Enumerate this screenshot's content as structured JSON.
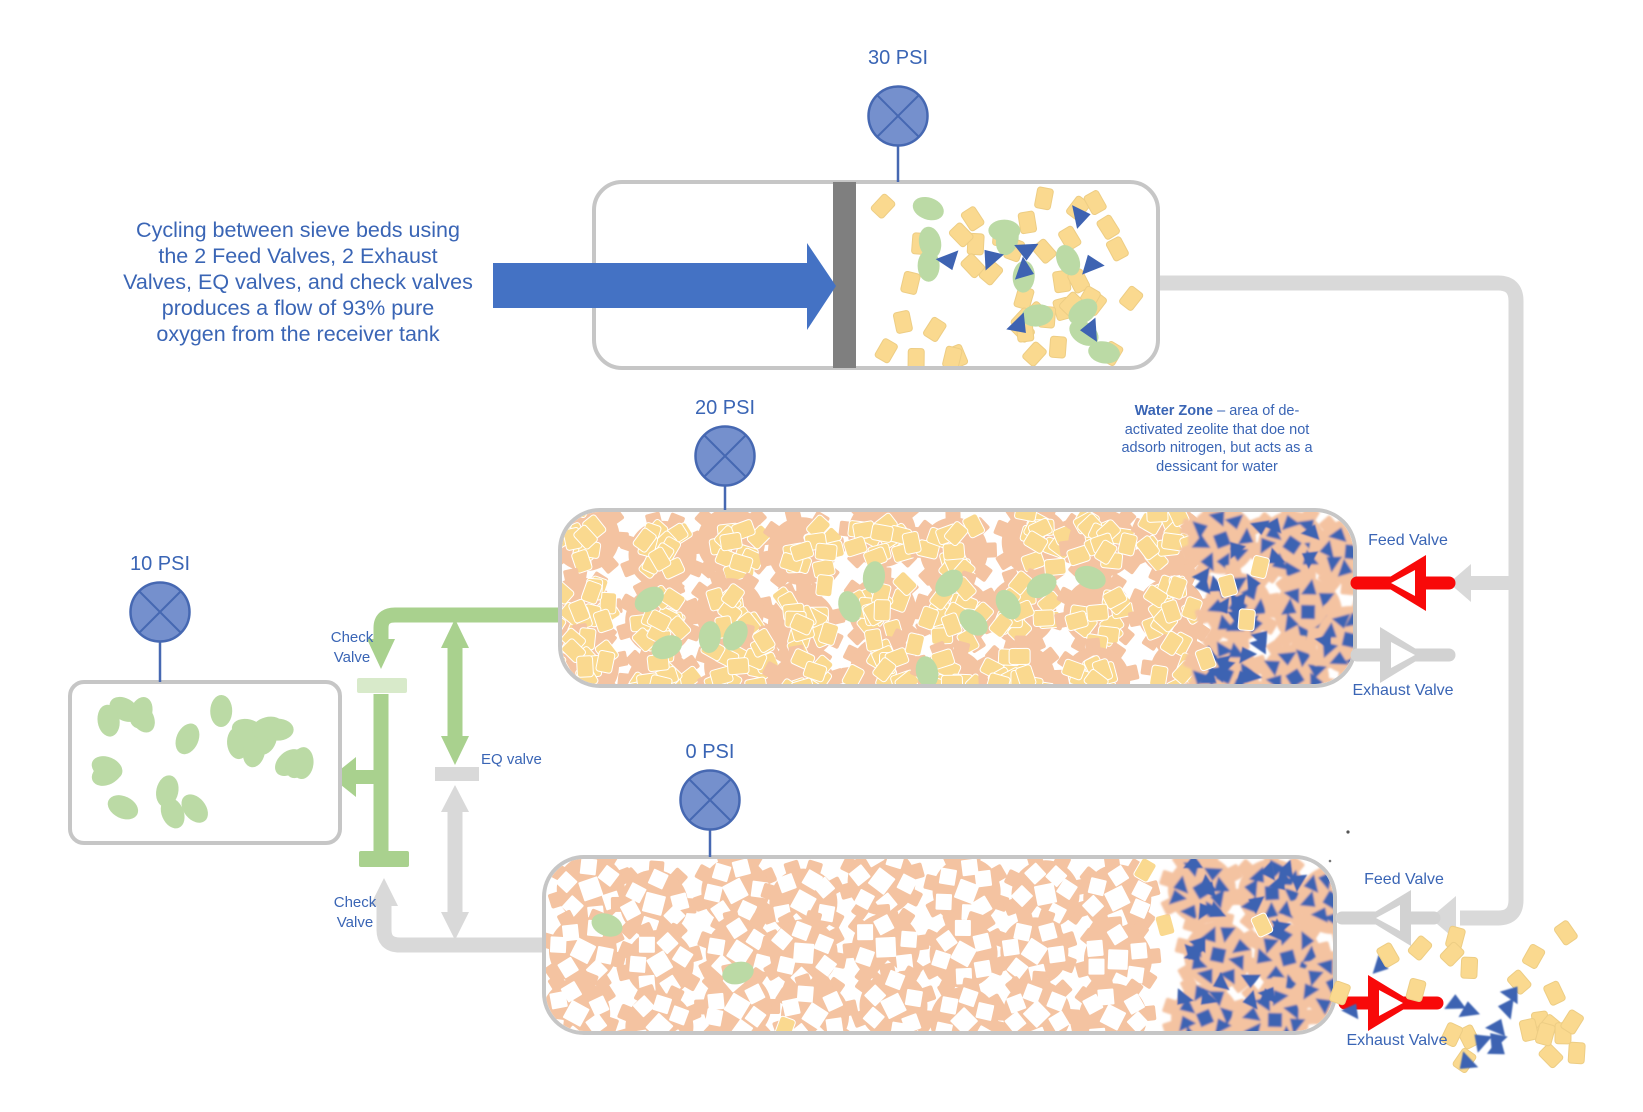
{
  "notes": {
    "cycling": "Cycling between sieve beds using\nthe 2 Feed Valves, 2 Exhaust\nValves, EQ valves, and check valves\nproduces a flow of 93% pure\noxygen from the receiver tank",
    "water_zone_bold": "Water Zone",
    "water_zone_rest": " – area of de-\nactivated zeolite that doe not\nadsorb nitrogen, but acts as a\ndessicant for water"
  },
  "gauges": [
    {
      "name": "receiver-tank-gauge",
      "label": "30 PSI"
    },
    {
      "name": "top-sieve-bed-gauge",
      "label": "20 PSI"
    },
    {
      "name": "product-tank-gauge",
      "label": "10 PSI"
    },
    {
      "name": "bottom-sieve-bed-gauge",
      "label": "0 PSI"
    }
  ],
  "valves": {
    "feed": "Feed Valve",
    "exhaust": "Exhaust Valve",
    "check": "Check\nValve",
    "eq": "EQ valve"
  },
  "legend_colors": {
    "flow_arrow_blue": "#4472C4",
    "open_valve_red": "#F80909",
    "closed_valve_gray": "#D2D2D2",
    "pipe_gray": "#D9D9D9",
    "pipe_green": "#A9D18E",
    "check_bar_light": "#D8EACA",
    "zeolite_peach": "#F4C3A1",
    "nitrogen_yellow": "#FAD98F",
    "oxygen_green": "#BBDAA5",
    "water_blue": "#3E63B2",
    "gauge_blue": "#7590CD",
    "gauge_stroke": "#4668B2",
    "text_blue": "#3A65B5",
    "tank_border_gray": "#C6C6C6",
    "piston_gray": "#7F7F7F"
  }
}
